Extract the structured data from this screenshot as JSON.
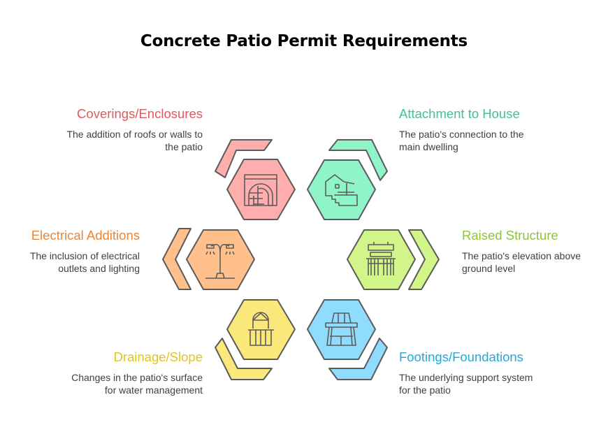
{
  "title": "Concrete Patio Permit Requirements",
  "items": [
    {
      "id": "coverings",
      "title": "Coverings/Enclosures",
      "description_lines": [
        "The addition of roofs or walls to",
        "the patio"
      ],
      "title_color": "#e0585b",
      "fill": "#ffadad",
      "icon": "enclosure-arch-icon",
      "side": "left"
    },
    {
      "id": "attachment",
      "title": "Attachment to House",
      "description_lines": [
        "The patio's connection to the",
        "main dwelling"
      ],
      "title_color": "#3ec28f",
      "fill": "#8ff5c8",
      "icon": "house-steps-icon",
      "side": "right"
    },
    {
      "id": "electrical",
      "title": "Electrical Additions",
      "description_lines": [
        "The inclusion of electrical",
        "outlets and lighting"
      ],
      "title_color": "#e8873a",
      "fill": "#ffc08c",
      "icon": "street-lamp-icon",
      "side": "left"
    },
    {
      "id": "raised",
      "title": "Raised Structure",
      "description_lines": [
        "The patio's elevation above",
        "ground level"
      ],
      "title_color": "#8fc43a",
      "fill": "#d2f58a",
      "icon": "raised-platform-icon",
      "side": "right"
    },
    {
      "id": "drainage",
      "title": "Drainage/Slope",
      "description_lines": [
        "Changes in the patio's surface",
        "for water management"
      ],
      "title_color": "#e0c520",
      "fill": "#fbe87a",
      "icon": "balcony-railing-icon",
      "side": "left"
    },
    {
      "id": "footings",
      "title": "Footings/Foundations",
      "description_lines": [
        "The underlying support system",
        "for the patio"
      ],
      "title_color": "#27a9d6",
      "fill": "#8fdcff",
      "icon": "foundation-road-icon",
      "side": "right"
    }
  ],
  "stroke_color": "#5b5b5b"
}
